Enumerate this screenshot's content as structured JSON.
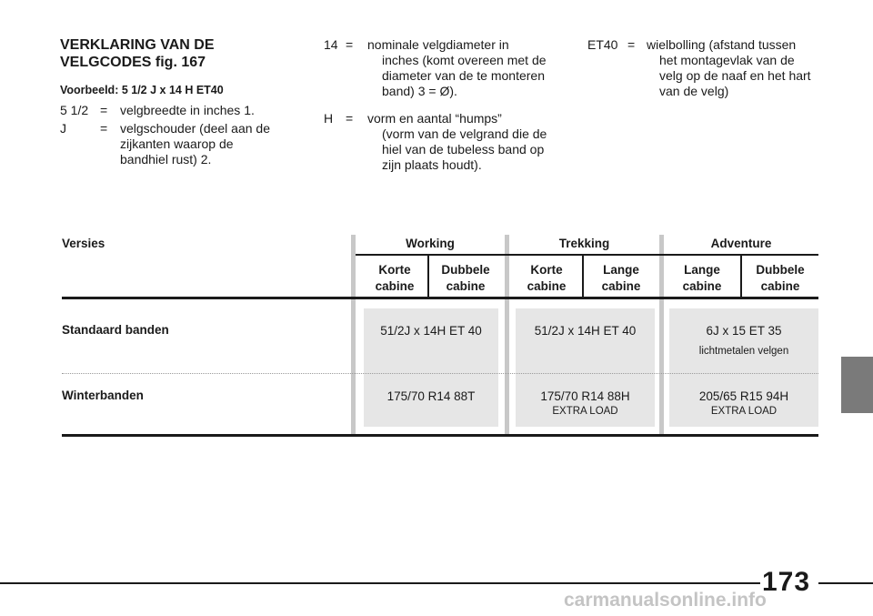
{
  "heading": "VERKLARING VAN DE VELGCODES fig. 167",
  "example": "Voorbeeld: 5 1/2 J x 14 H ET40",
  "definitions": [
    {
      "term": "5 1/2",
      "eq": "=",
      "lines": [
        "velgbreedte in inches 1."
      ]
    },
    {
      "term": "J",
      "eq": "=",
      "lines": [
        "velgschouder (deel aan de",
        "zijkanten waarop de",
        "bandhiel rust) 2."
      ]
    },
    {
      "term": "14",
      "eq": "=",
      "lines": [
        "nominale velgdiameter in",
        "inches (komt overeen met de",
        "diameter van de te monteren",
        "band) 3 = Ø)."
      ]
    },
    {
      "term": "H",
      "eq": "=",
      "lines": [
        "vorm en aantal “humps”",
        "(vorm van de velgrand die de",
        "hiel van de tubeless band op",
        "zijn plaats houdt)."
      ]
    },
    {
      "term": "ET40",
      "eq": "=",
      "lines": [
        "wielbolling (afstand tussen",
        "het montagevlak van de",
        "velg op de naaf en het hart",
        "van de velg)"
      ]
    }
  ],
  "table": {
    "row_header": "Versies",
    "groups": [
      {
        "name": "Working",
        "subs": [
          [
            "Korte",
            "cabine"
          ],
          [
            "Dubbele",
            "cabine"
          ]
        ]
      },
      {
        "name": "Trekking",
        "subs": [
          [
            "Korte",
            "cabine"
          ],
          [
            "Lange",
            "cabine"
          ]
        ]
      },
      {
        "name": "Adventure",
        "subs": [
          [
            "Lange",
            "cabine"
          ],
          [
            "Dubbele",
            "cabine"
          ]
        ]
      }
    ],
    "rows": [
      {
        "label": "Standaard banden",
        "cells": [
          {
            "main": "51/2J x 14H ET 40",
            "note": ""
          },
          {
            "main": "51/2J x 14H ET 40",
            "note": ""
          },
          {
            "main": "6J x 15 ET 35",
            "note": "lichtmetalen velgen"
          }
        ]
      },
      {
        "label": "Winterbanden",
        "cells": [
          {
            "main": "175/70 R14 88T",
            "note": ""
          },
          {
            "main": "175/70 R14 88H",
            "note": "EXTRA LOAD"
          },
          {
            "main": "205/65 R15 94H",
            "note": "EXTRA LOAD"
          }
        ]
      }
    ]
  },
  "page_number": "173",
  "watermark": "carmanualsonline.info"
}
